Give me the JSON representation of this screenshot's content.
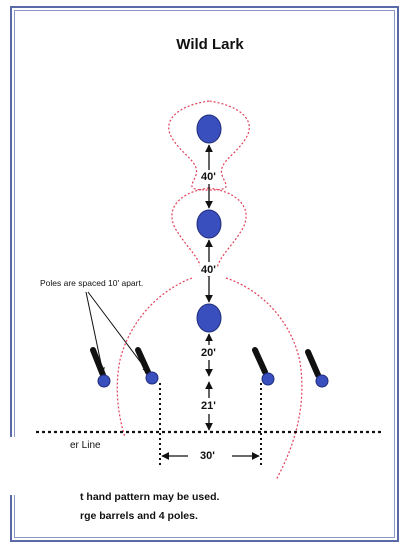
{
  "title": "Wild Lark",
  "note": "Poles are spaced 10' apart.",
  "distances": {
    "barrel_gap_top": "40'",
    "barrel_gap_middle": "40'",
    "barrel_to_line": "20'",
    "line_to_start": "21'",
    "pole_span": "30'"
  },
  "start_line_label": "er Line",
  "footer": {
    "line1": "t hand pattern may be used.",
    "line2": "rge barrels and 4 poles."
  },
  "colors": {
    "barrel": "#3a4fbe",
    "pattern_path": "#e0405a",
    "frame": "#5a6aa8",
    "ink": "#111111"
  }
}
